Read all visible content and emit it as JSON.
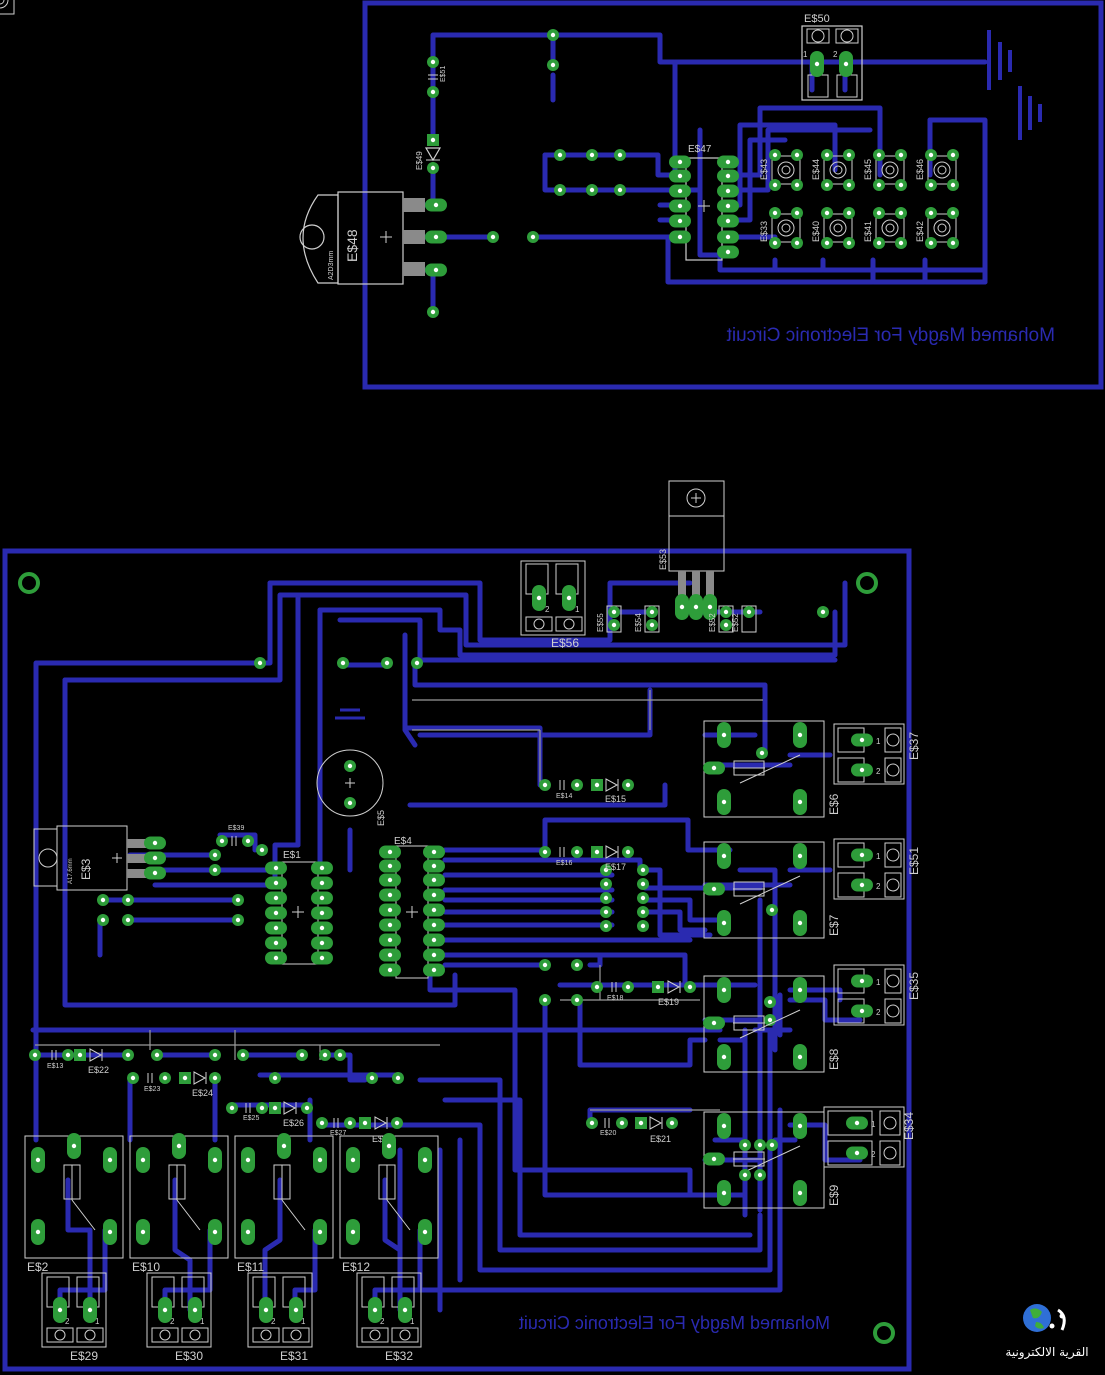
{
  "top_board": {
    "signature": "Mohamed Magdy For Electronic Circuit",
    "regulator_label": "E$48",
    "regulator_subtext": "A2D3mm",
    "terminal_label": "E$50",
    "terminal_pins": [
      "1",
      "2"
    ],
    "diode_label": "E$49",
    "cap_label": "E$51",
    "ic_label": "E$47",
    "switch_labels_top": [
      "E$43",
      "E$44",
      "E$45",
      "E$46"
    ],
    "switch_labels_bottom": [
      "E$33",
      "E$40",
      "E$41",
      "E$42"
    ]
  },
  "bottom_board": {
    "signature": "Mohamed Magdy For Electronic Circuit",
    "regulator_top_label": "E$53",
    "terminal_top_label": "E$56",
    "terminal_top_pins": [
      "2",
      "1"
    ],
    "small_caps_top": [
      "E$55",
      "E$54",
      "E$52",
      "E$52"
    ],
    "regulator_left_label": "E$3",
    "regulator_left_subtext": "A17.6mm",
    "buzzer_label": "E$5",
    "ic1_label": "E$1",
    "ic2_label": "E$4",
    "cap_small_label": "E$39",
    "right_relays": [
      "E$6",
      "E$7",
      "E$8",
      "E$9"
    ],
    "right_terminals": [
      "E$37",
      "E$51",
      "E$35",
      "E$34"
    ],
    "right_terminal_pins": [
      "1",
      "2"
    ],
    "diode_pairs_right": [
      {
        "cap": "E$14",
        "diode": "E$15"
      },
      {
        "cap": "E$16",
        "diode": "E$17"
      },
      {
        "cap": "E$18",
        "diode": "E$19"
      },
      {
        "cap": "E$20",
        "diode": "E$21"
      }
    ],
    "diode_pairs_left": [
      {
        "cap": "E$13",
        "diode": "E$22"
      },
      {
        "cap": "E$23",
        "diode": "E$24"
      },
      {
        "cap": "E$25",
        "diode": "E$26"
      },
      {
        "cap": "E$27",
        "diode": "E$28"
      }
    ],
    "bottom_relays": [
      "E$2",
      "E$10",
      "E$11",
      "E$12"
    ],
    "bottom_terminals": [
      "E$29",
      "E$30",
      "E$31",
      "E$32"
    ],
    "bottom_terminal_pins": [
      "2",
      "1"
    ]
  },
  "logo": {
    "text": "القرية الالكترونية"
  }
}
